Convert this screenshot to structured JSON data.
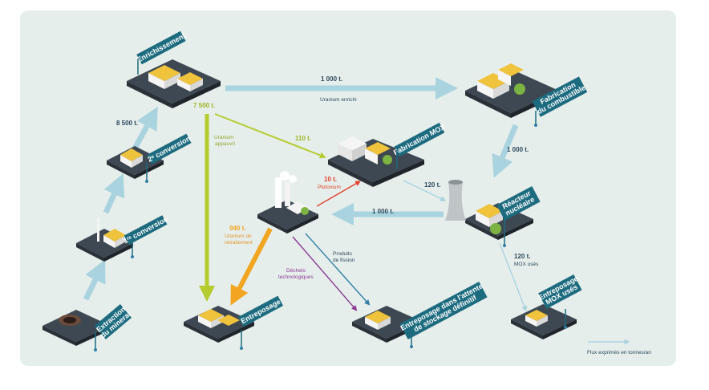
{
  "nodes": {
    "extraction": {
      "label_line1": "Extraction",
      "label_line2": "du minerai"
    },
    "conversion1": {
      "label": "1ʳᵉ conversion"
    },
    "conversion2": {
      "label": "2ᵉ conversion"
    },
    "enrichissement": {
      "label": "Enrichissement"
    },
    "fabrication_combustible": {
      "label_line1": "Fabrication",
      "label_line2": "du combustible"
    },
    "fabrication_mox": {
      "label": "Fabrication MOX"
    },
    "reacteur": {
      "label_line1": "Réacteur",
      "label_line2": "nucléaire"
    },
    "entreposage": {
      "label": "Entreposage"
    },
    "entreposage_attente": {
      "label_line1": "Entreposage dans l'attente",
      "label_line2": "de stockage définitif"
    },
    "entreposage_mox": {
      "label_line1": "Entreposage",
      "label_line2": "MOX usés"
    }
  },
  "flows": {
    "f_8500": {
      "value": "8 500 t."
    },
    "f_7500": {
      "value": "7 500 t."
    },
    "f_1000_enrichi": {
      "value": "1 000 t.",
      "label": "Uranium enrichi"
    },
    "f_1000_combustible": {
      "value": "1 000 t."
    },
    "f_110": {
      "value": "110 t."
    },
    "f_uranium_appauvri": {
      "line1": "Uranium",
      "line2": "appauvri"
    },
    "f_10": {
      "value": "10 t.",
      "label": "Plutonium"
    },
    "f_120_mox": {
      "value": "120 t."
    },
    "f_1000_retraitement": {
      "value": "1 000 t."
    },
    "f_940": {
      "value": "940 t.",
      "line1": "Uranium de",
      "line2": "retraitement"
    },
    "f_produits": {
      "line1": "Produits",
      "line2": "de fission"
    },
    "f_dechets": {
      "line1": "Déchets",
      "line2": "technologiques"
    },
    "f_120_use": {
      "value": "120 t.",
      "label": "MOX usés"
    }
  },
  "legend": {
    "text": "Flux exprimés en tonnes/an"
  },
  "colors": {
    "background": "#e6eeec",
    "flow_light_blue": "#a9d3de",
    "flow_yellow_green": "#b5cc2e",
    "flow_orange": "#f2a521",
    "flow_red": "#e2412b",
    "flow_purple": "#8a3a92",
    "flow_blue": "#2f7fa6",
    "flag_teal": "#1d6b7f",
    "platform_dark": "#3e4852"
  }
}
